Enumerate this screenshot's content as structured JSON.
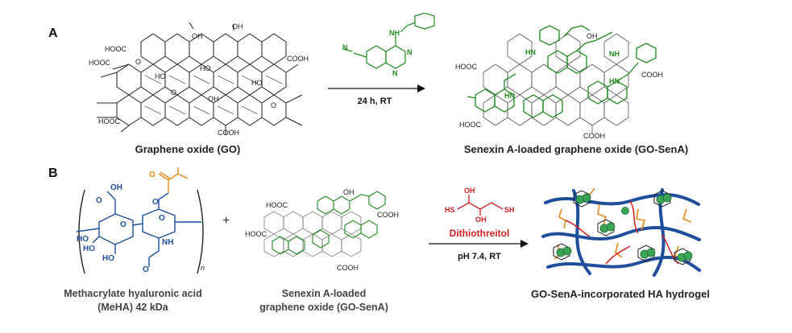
{
  "panel_a": {
    "letter": "A",
    "go_caption": "Graphene oxide (GO)",
    "condition": "24 h, RT",
    "product_caption": "Senexin A-loaded graphene oxide (GO-SenA)",
    "go_labels": {
      "cooh_1": "HOOC",
      "cooh_2": "HOOC",
      "cooh_3": "COOH",
      "cooh_4": "HOOC",
      "cooh_5": "COOH",
      "oh_1": "OH",
      "oh_2": "OH",
      "oh_3": "HO",
      "oh_4": "HO",
      "oh_5": "HO",
      "oh_6": "OH",
      "o_1": "O",
      "o_2": "O",
      "o_3": "O"
    },
    "senexin_labels": {
      "n_nitrile": "N",
      "nh": "NH",
      "n_ring_1": "N",
      "n_ring_2": "N"
    },
    "product_labels": {
      "cooh_1": "HOOC",
      "cooh_2": "COOH",
      "cooh_3": "HOOC",
      "cooh_4": "COOH",
      "hn_1": "HN",
      "hn_2": "HN",
      "hn_3": "HN",
      "hn_4": "NH",
      "oh": "OH"
    }
  },
  "panel_b": {
    "letter": "B",
    "meha_caption_line1": "Methacrylate hyaluronic acid",
    "meha_caption_line2": "(MeHA) 42 kDa",
    "plus": "+",
    "gosena_caption_line1": "Senexin A-loaded",
    "gosena_caption_line2": "graphene oxide (GO-SenA)",
    "reagent": "Dithiothreitol",
    "condition": "pH 7.4, RT",
    "hydrogel_caption": "GO-SenA-incorporated HA hydrogel",
    "meha_labels": {
      "oh_a": "OH",
      "o_a": "O",
      "ho_a": "HO",
      "o_b": "O",
      "o_c": "O",
      "ho_b": "HO",
      "ho_c": "HO",
      "nh": "NH",
      "o_d": "O",
      "o_e": "O",
      "o_f": "O",
      "n": "n"
    },
    "dtt_labels": {
      "hs": "HS",
      "oh1": "OH",
      "oh2": "OH",
      "sh": "SH"
    },
    "small_labels": {
      "hooc1": "HOOC",
      "hooc2": "HOOC",
      "cooh1": "COOH",
      "cooh2": "COOH",
      "oh": "OH"
    }
  },
  "colors": {
    "go_black": "#222222",
    "senexin_green": "#1f8a1f",
    "ha_blue": "#1f4f9c",
    "methacrylate_orange": "#e08a1a",
    "dtt_red": "#d12020",
    "nanoparticle_green": "#3aa655"
  }
}
